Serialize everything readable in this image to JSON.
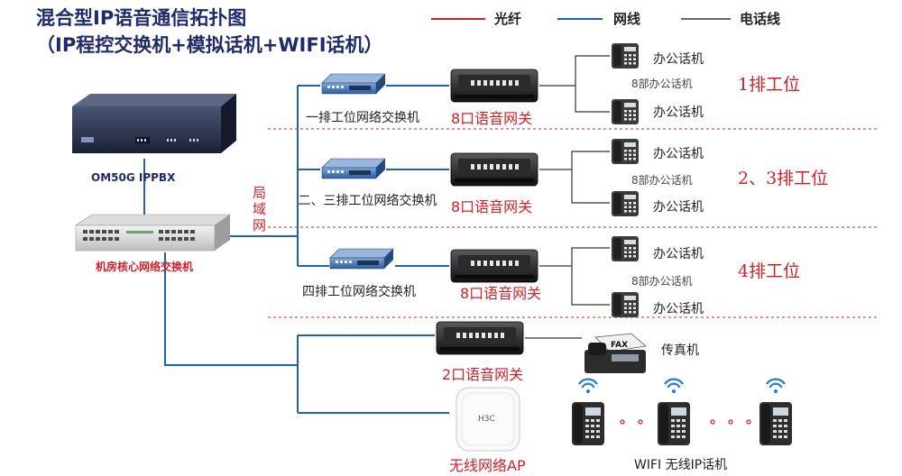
{
  "title": "混合型IP语音通信拓扑图",
  "subtitle": "（IP程控交换机+模拟话机+WIFI话机）",
  "legend": {
    "fiber": "光纤",
    "network": "网线",
    "phone_line": "电话线",
    "colors": {
      "fiber": "#d0202a",
      "network": "#1f5fb4",
      "phone_line": "#333333"
    }
  },
  "core": {
    "pbx_label": "OM50G IPPBX",
    "core_switch_label": "机房核心网络交换机",
    "lan_label": "局域网"
  },
  "rows": [
    {
      "switch_label": "一排工位网络交换机",
      "gateway_label": "8口语音网关",
      "phone_top": "办公话机",
      "phone_count": "8部办公话机",
      "phone_bottom": "办公话机",
      "zone": "1排工位"
    },
    {
      "switch_label": "二、三排工位网络交换机",
      "gateway_label": "8口语音网关",
      "phone_top": "办公话机",
      "phone_count": "8部办公话机",
      "phone_bottom": "办公话机",
      "zone": "2、3排工位"
    },
    {
      "switch_label": "四排工位网络交换机",
      "gateway_label": "8口语音网关",
      "phone_top": "办公话机",
      "phone_count": "8部办公话机",
      "phone_bottom": "办公话机",
      "zone": "4排工位"
    }
  ],
  "fax_gateway_label": "2口语音网关",
  "fax_label": "传真机",
  "ap_label": "无线网络AP",
  "ap_brand": "H3C",
  "wifi_phone_label": "WIFI 无线IP话机"
}
